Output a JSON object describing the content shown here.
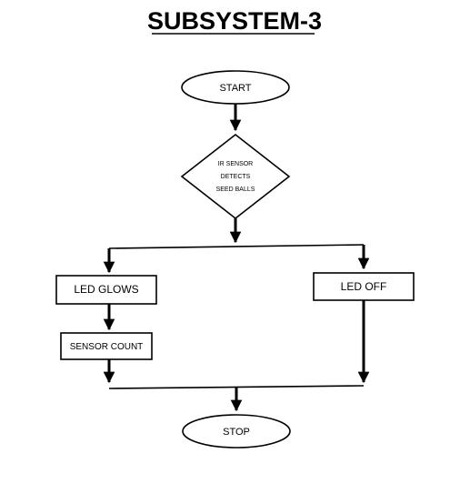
{
  "diagram": {
    "title": "SUBSYSTEM-3",
    "nodes": {
      "start": "START",
      "ir_sensor": [
        "IR SENSOR",
        "DETECTS",
        "SEED BALLS"
      ],
      "led_glows": "LED GLOWS",
      "led_off": "LED OFF",
      "sensor_count": "SENSOR COUNT",
      "stop": "STOP"
    }
  },
  "colors": {
    "line": "#000000",
    "fill": "#ffffff",
    "background": "#ffffff"
  }
}
